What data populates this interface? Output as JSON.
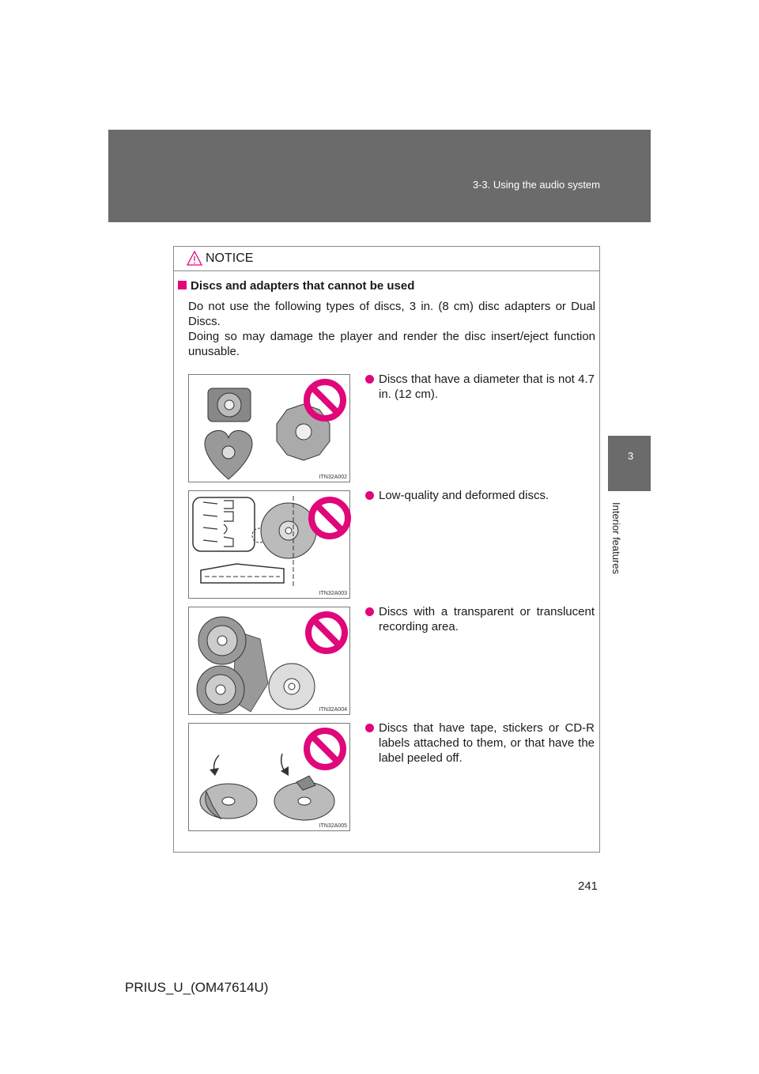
{
  "header": {
    "section": "3-3. Using the audio system"
  },
  "side_tab": {
    "number": "3",
    "label": "Interior features"
  },
  "notice": {
    "title": "NOTICE",
    "heading": "Discs and adapters that cannot be used",
    "intro_line1": "Do not use the following types of discs, 3 in. (8 cm) disc adapters or Dual Discs.",
    "intro_line2": "Doing so may damage the player and render the disc insert/eject function unusable.",
    "items": [
      {
        "text": "Discs that have a diameter that is not 4.7 in. (12 cm).",
        "figure_code": "ITN32A002"
      },
      {
        "text": "Low-quality and deformed discs.",
        "figure_code": "ITN32A003"
      },
      {
        "text": "Discs with a transparent or translucent recording area.",
        "figure_code": "ITN32A004"
      },
      {
        "text": "Discs that have tape, stickers or CD-R labels attached to them, or that have the label peeled off.",
        "figure_code": "ITN32A005"
      }
    ]
  },
  "page_number": "241",
  "footer": {
    "code": "PRIUS_U_(OM47614U)"
  },
  "colors": {
    "accent": "#e0077a",
    "band": "#6b6b6b"
  }
}
